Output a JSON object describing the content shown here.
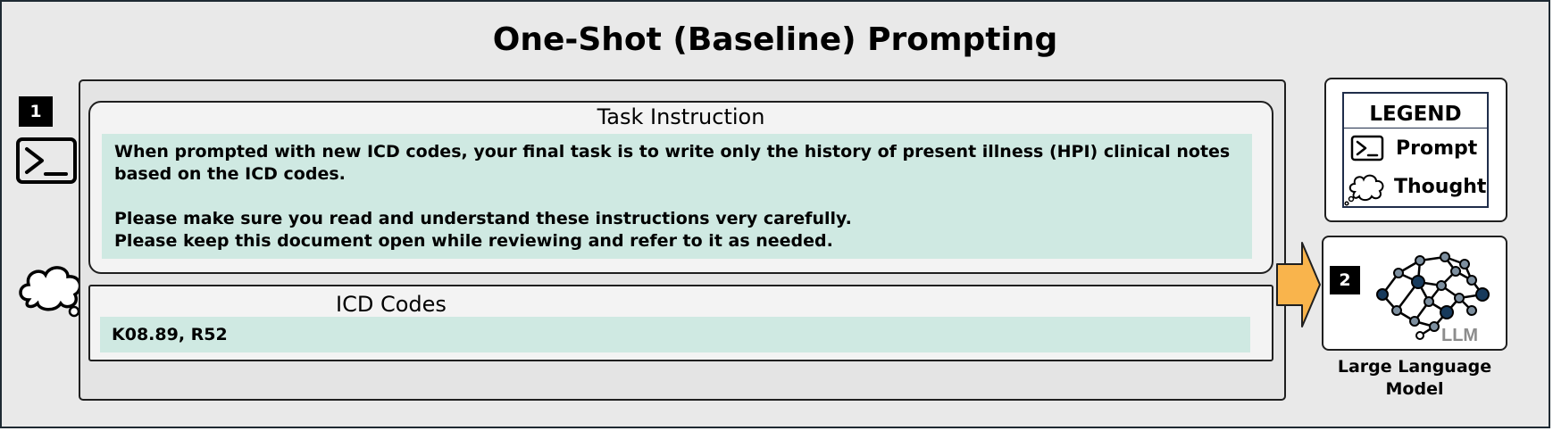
{
  "title": "One-Shot (Baseline) Prompting",
  "steps": {
    "one": "1",
    "two": "2"
  },
  "task_instruction": {
    "heading": "Task Instruction",
    "paragraph_1": "When prompted with new ICD codes, your final task is to write only the history of present illness (HPI) clinical notes based on the ICD codes.",
    "line_2": "Please make sure you read and understand these instructions very carefully.",
    "line_3": "Please keep this document open while reviewing and refer to it as needed."
  },
  "icd_codes": {
    "heading": "ICD Codes",
    "value": "K08.89, R52"
  },
  "legend": {
    "title": "LEGEND",
    "items": [
      {
        "label": "Prompt",
        "icon": "prompt-terminal-icon"
      },
      {
        "label": "Thought",
        "icon": "thought-cloud-icon"
      }
    ]
  },
  "llm": {
    "icon_text": "LLM",
    "caption_line_1": "Large Language",
    "caption_line_2": "Model"
  },
  "colors": {
    "frame_bg": "#e9e9e9",
    "text_area_bg": "#cfe9e2",
    "arrow_fill": "#f9b44c",
    "node_dark": "#173a5c"
  }
}
